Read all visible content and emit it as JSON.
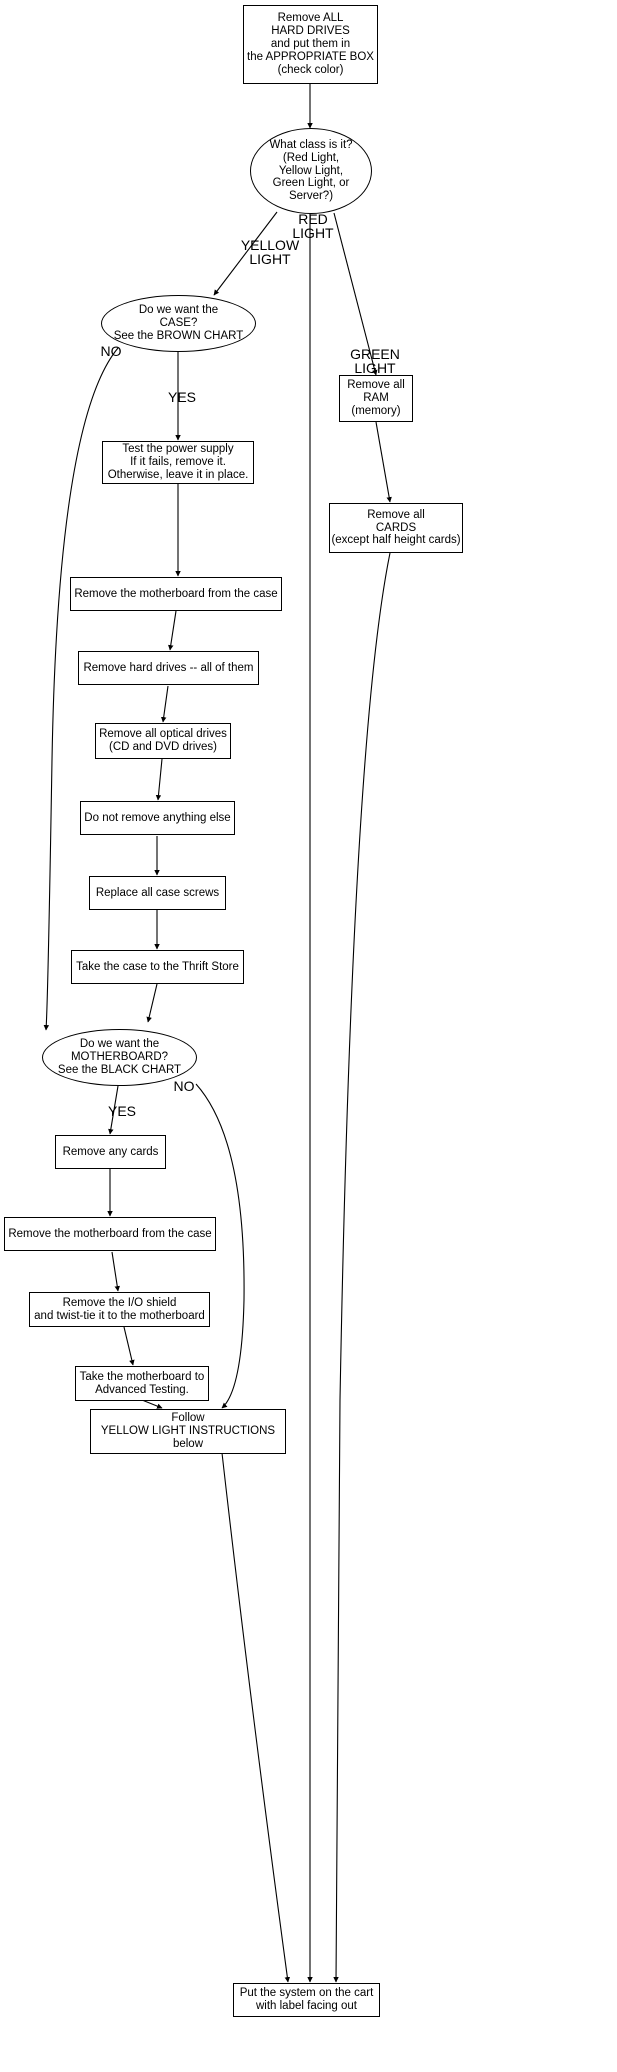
{
  "chart_data": {
    "type": "diagram",
    "title": "Computer Disassembly Decision Flowchart",
    "nodes": [
      {
        "id": "start",
        "shape": "box",
        "text": "Remove ALL\nHARD DRIVES\nand put them in\nthe APPROPRIATE BOX\n(check color)"
      },
      {
        "id": "class",
        "shape": "ellipse",
        "text": "What class is it?\n(Red Light,\nYellow Light,\nGreen Light, or\nServer?)"
      },
      {
        "id": "want_case",
        "shape": "ellipse",
        "text": "Do we want the\nCASE?\nSee the BROWN CHART"
      },
      {
        "id": "ram",
        "shape": "box",
        "text": "Remove all\nRAM\n(memory)"
      },
      {
        "id": "cards",
        "shape": "box",
        "text": "Remove all\nCARDS\n(except half height cards)"
      },
      {
        "id": "psu",
        "shape": "box",
        "text": "Test the power supply\nIf it fails,  remove it.\nOtherwise,  leave it in place."
      },
      {
        "id": "mb_case_1",
        "shape": "box",
        "text": "Remove the motherboard from the case"
      },
      {
        "id": "hdd",
        "shape": "box",
        "text": "Remove hard drives -- all of them"
      },
      {
        "id": "optical",
        "shape": "box",
        "text": "Remove all optical drives\n(CD and DVD drives)"
      },
      {
        "id": "nothing_else",
        "shape": "box",
        "text": "Do not remove anything else"
      },
      {
        "id": "screws",
        "shape": "box",
        "text": "Replace all case screws"
      },
      {
        "id": "thrift",
        "shape": "box",
        "text": "Take the case to the Thrift Store"
      },
      {
        "id": "want_mb",
        "shape": "ellipse",
        "text": "Do we want the\nMOTHERBOARD?\nSee the BLACK CHART"
      },
      {
        "id": "any_cards",
        "shape": "box",
        "text": "Remove any cards"
      },
      {
        "id": "mb_case_2",
        "shape": "box",
        "text": "Remove the motherboard from the case"
      },
      {
        "id": "io_shield",
        "shape": "box",
        "text": "Remove the I/O shield\nand twist-tie it to the motherboard"
      },
      {
        "id": "adv_test",
        "shape": "box",
        "text": "Take the motherboard to\nAdvanced Testing."
      },
      {
        "id": "follow",
        "shape": "box",
        "text": "Follow\nYELLOW LIGHT INSTRUCTIONS\nbelow"
      },
      {
        "id": "cart",
        "shape": "box",
        "text": "Put the system on the cart\nwith label facing out"
      }
    ],
    "edge_labels": [
      {
        "id": "red_light",
        "text": "RED\nLIGHT"
      },
      {
        "id": "yellow_light",
        "text": "YELLOW\nLIGHT"
      },
      {
        "id": "green_light",
        "text": "GREEN\nLIGHT"
      },
      {
        "id": "case_no",
        "text": "NO"
      },
      {
        "id": "case_yes",
        "text": "YES"
      },
      {
        "id": "mb_no",
        "text": "NO"
      },
      {
        "id": "mb_yes",
        "text": "YES"
      }
    ],
    "edges": [
      {
        "from": "start",
        "to": "class"
      },
      {
        "from": "class",
        "to": "want_case",
        "label": "YELLOW LIGHT"
      },
      {
        "from": "class",
        "to": "cart",
        "label": "RED LIGHT"
      },
      {
        "from": "class",
        "to": "ram",
        "label": "GREEN LIGHT"
      },
      {
        "from": "ram",
        "to": "cards"
      },
      {
        "from": "cards",
        "to": "cart"
      },
      {
        "from": "want_case",
        "to": "psu",
        "label": "YES"
      },
      {
        "from": "want_case",
        "to": "want_mb",
        "label": "NO"
      },
      {
        "from": "psu",
        "to": "mb_case_1"
      },
      {
        "from": "mb_case_1",
        "to": "hdd"
      },
      {
        "from": "hdd",
        "to": "optical"
      },
      {
        "from": "optical",
        "to": "nothing_else"
      },
      {
        "from": "nothing_else",
        "to": "screws"
      },
      {
        "from": "screws",
        "to": "thrift"
      },
      {
        "from": "thrift",
        "to": "want_mb"
      },
      {
        "from": "want_mb",
        "to": "any_cards",
        "label": "YES"
      },
      {
        "from": "want_mb",
        "to": "follow",
        "label": "NO"
      },
      {
        "from": "any_cards",
        "to": "mb_case_2"
      },
      {
        "from": "mb_case_2",
        "to": "io_shield"
      },
      {
        "from": "io_shield",
        "to": "adv_test"
      },
      {
        "from": "adv_test",
        "to": "follow"
      },
      {
        "from": "follow",
        "to": "cart"
      }
    ]
  },
  "nodes": {
    "start": "Remove ALL\nHARD DRIVES\nand put them in\nthe APPROPRIATE BOX\n(check color)",
    "class": "What class is it?\n(Red Light,\nYellow Light,\nGreen Light, or\nServer?)",
    "want_case": "Do we want the\nCASE?\nSee the BROWN CHART",
    "ram": "Remove all\nRAM\n(memory)",
    "cards": "Remove all\nCARDS\n(except half height cards)",
    "psu": "Test the power supply\nIf it fails,  remove it.\nOtherwise,  leave it in place.",
    "mb_case_1": "Remove the motherboard from the case",
    "hdd": "Remove hard drives -- all of them",
    "optical": "Remove all optical drives\n(CD and DVD drives)",
    "nothing_else": "Do not remove anything else",
    "screws": "Replace all case screws",
    "thrift": "Take the case to the Thrift Store",
    "want_mb": "Do we want the\nMOTHERBOARD?\nSee the BLACK CHART",
    "any_cards": "Remove any cards",
    "mb_case_2": "Remove the motherboard from the case",
    "io_shield": "Remove the I/O shield\nand twist-tie it to the motherboard",
    "adv_test": "Take the motherboard to\nAdvanced Testing.",
    "follow": "Follow\nYELLOW LIGHT INSTRUCTIONS\nbelow",
    "cart": "Put the system on the cart\nwith label facing out"
  },
  "labels": {
    "red_light": "RED\nLIGHT",
    "yellow_light": "YELLOW\nLIGHT",
    "green_light": "GREEN\nLIGHT",
    "case_no": "NO",
    "case_yes": "YES",
    "mb_no": "NO",
    "mb_yes": "YES"
  },
  "colors": {
    "background": "#ffffff",
    "stroke": "#000000",
    "text": "#000000"
  }
}
